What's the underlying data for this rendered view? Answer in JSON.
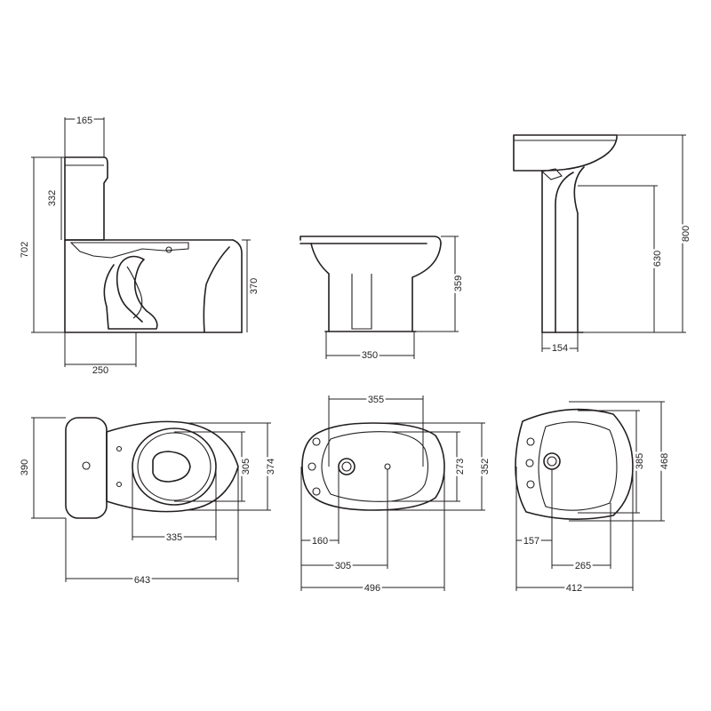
{
  "dimensions": {
    "wc_tank_depth": "165",
    "wc_tank_height": "332",
    "wc_total_height": "702",
    "wc_bowl_height": "370",
    "wc_outlet_distance": "250",
    "bidet_height": "359",
    "bidet_base_width": "350",
    "basin_total_height": "800",
    "basin_pedestal_height": "630",
    "basin_pedestal_offset": "154",
    "wc_tank_width": "390",
    "wc_seat_width": "305",
    "wc_bowl_width": "374",
    "wc_seat_length": "335",
    "wc_total_length": "643",
    "bidet_top_span": "355",
    "bidet_inner_width": "273",
    "bidet_outer_width": "352",
    "bidet_drain_offset": "160",
    "bidet_tap_offset": "305",
    "bidet_total_length": "496",
    "basin_inner_depth": "385",
    "basin_outer_depth": "468",
    "basin_drain_offset": "157",
    "basin_bowl_span": "265",
    "basin_total_width": "412"
  },
  "colors": {
    "line": "#231f20",
    "background": "#ffffff"
  }
}
